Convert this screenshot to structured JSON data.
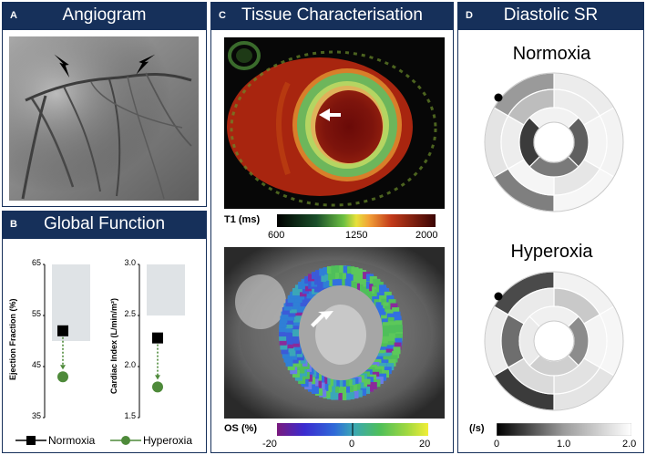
{
  "panels": {
    "a": {
      "letter": "A",
      "title": "Angiogram"
    },
    "b": {
      "letter": "B",
      "title": "Global Function"
    },
    "c": {
      "letter": "C",
      "title": "Tissue Characterisation"
    },
    "d": {
      "letter": "D",
      "title": "Diastolic SR"
    }
  },
  "global_function": {
    "ef_chart": {
      "ylabel": "Ejection Fraction (%)",
      "ticks": [
        "65",
        "55",
        "45",
        "35"
      ],
      "normal_range": [
        50,
        65
      ],
      "ylim": [
        35,
        65
      ],
      "normoxia": 52,
      "hyperoxia": 43
    },
    "ci_chart": {
      "ylabel": "Cardiac Index (L/min/m²)",
      "ticks": [
        "3.0",
        "2.5",
        "2.0",
        "1.5"
      ],
      "normal_range": [
        2.5,
        3.0
      ],
      "ylim": [
        1.5,
        3.0
      ],
      "normoxia": 2.28,
      "hyperoxia": 1.8
    },
    "legend": {
      "normoxia": "Normoxia",
      "hyperoxia": "Hyperoxia"
    },
    "colors": {
      "normoxia": "#000000",
      "hyperoxia": "#4e8a3a",
      "normal_band": "#dfe3e6"
    }
  },
  "tissue": {
    "t1_colorbar": {
      "label": "T1 (ms)",
      "ticks": [
        "600",
        "1250",
        "2000"
      ]
    },
    "os_colorbar": {
      "label": "OS (%)",
      "ticks": [
        "-20",
        "0",
        "20"
      ]
    }
  },
  "diastolic": {
    "normoxia_title": "Normoxia",
    "hyperoxia_title": "Hyperoxia",
    "colorbar": {
      "label": "(/s)",
      "ticks": [
        "0",
        "1.0",
        "2.0"
      ]
    }
  }
}
